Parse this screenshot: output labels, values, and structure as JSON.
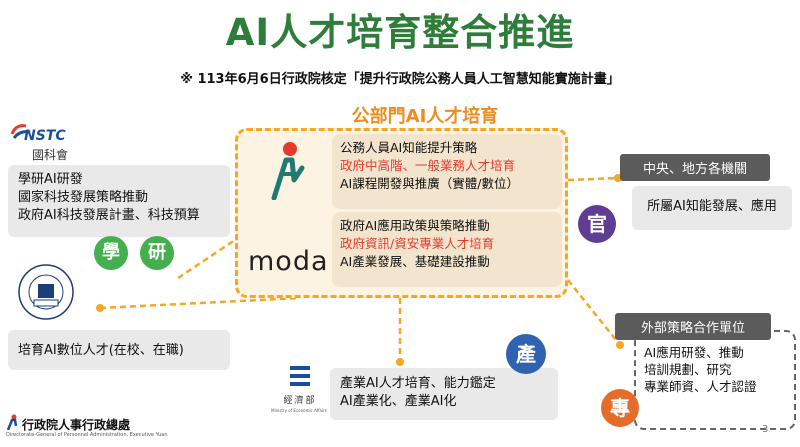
{
  "title": "AI人才培育整合推進",
  "subtitle": "※ 113年6月6日行政院核定「提升行政院公務人員人工智慧知能實施計畫」",
  "center": {
    "title": "公部門AI人才培育",
    "pa": {
      "line1": "公務人員AI知能提升策略",
      "line2": "政府中高階、一般業務人才培育",
      "line3": "AI課程開發與推廣（實體/數位）"
    },
    "moda": {
      "logo_text": "moda",
      "line1": "政府AI應用政策與策略推動",
      "line2": "政府資訊/資安專業人才培育",
      "line3": "AI產業發展、基礎建設推動"
    }
  },
  "nstc": {
    "logo_text": "NSTC",
    "name": "國科會",
    "line1": "學研AI研發",
    "line2": "國家科技發展策略推動",
    "line3": "政府AI科技發展計畫、科技預算"
  },
  "moe": {
    "text": "培育AI數位人才(在校、在職)"
  },
  "moea": {
    "name": "經濟部",
    "en": "Ministry of Economic Affairs",
    "line1": "產業AI人才培育、能力鑑定",
    "line2": "AI產業化、產業AI化"
  },
  "gov": {
    "tag": "中央、地方各機關",
    "text": "所屬AI知能發展、應用"
  },
  "ext": {
    "tag": "外部策略合作單位",
    "line1": "AI應用研發、推動",
    "line2": "培訓規劃、研究",
    "line3": "專業師資、人才認證"
  },
  "circles": {
    "xue": "學",
    "yan": "研",
    "guan": "官",
    "chan": "產",
    "zhuan": "專"
  },
  "footer": {
    "org": "行政院人事行政總處",
    "org_en": "Directorate-General of Personnel Administration, Executive Yuan",
    "page": "3"
  },
  "colors": {
    "title_green": "#2f7d3a",
    "orange": "#f5a623",
    "red": "#e53a2d",
    "purple": "#5f3d92",
    "blue": "#2f63b0",
    "orange_circle": "#e56d2b",
    "green_circle": "#44b04d"
  }
}
